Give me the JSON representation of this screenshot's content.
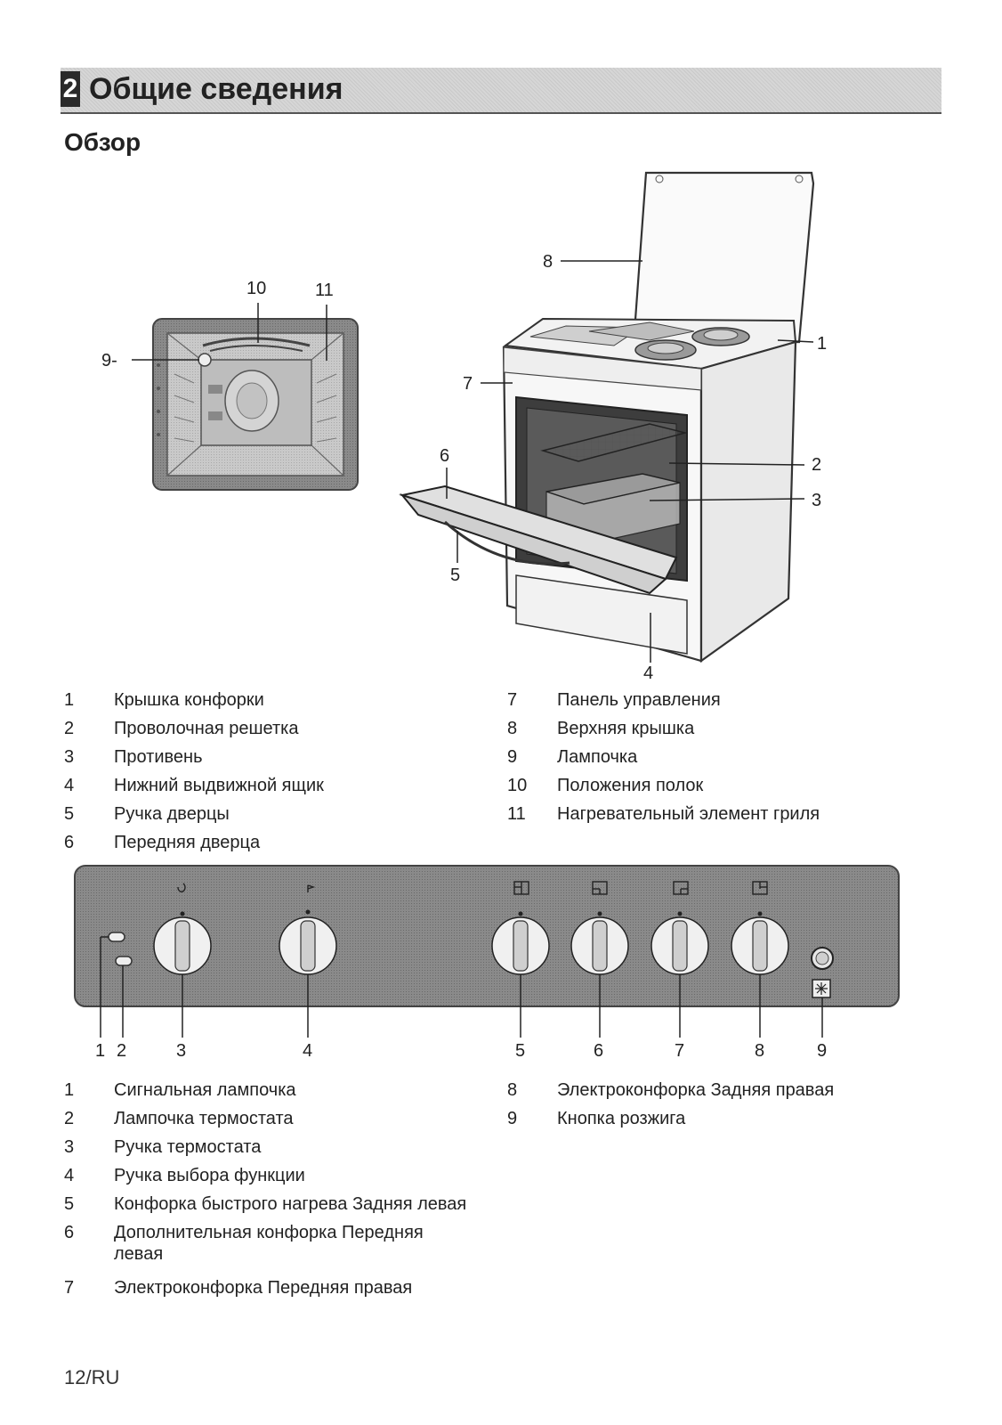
{
  "header": {
    "chapter_number": "2",
    "chapter_title": "Общие сведения"
  },
  "section_title": "Обзор",
  "figure1": {
    "callouts": [
      "1",
      "2",
      "3",
      "4",
      "5",
      "6",
      "7",
      "8",
      "9-",
      "10",
      "11"
    ]
  },
  "legend1": {
    "left": [
      {
        "num": "1",
        "label": "Крышка конфорки"
      },
      {
        "num": "2",
        "label": "Проволочная решетка"
      },
      {
        "num": "3",
        "label": "Противень"
      },
      {
        "num": "4",
        "label": "Нижний выдвижной ящик"
      },
      {
        "num": "5",
        "label": "Ручка дверцы"
      },
      {
        "num": "6",
        "label": "Передняя дверца"
      }
    ],
    "right": [
      {
        "num": "7",
        "label": "Панель управления"
      },
      {
        "num": "8",
        "label": "Верхняя крышка"
      },
      {
        "num": "9",
        "label": "Лампочка"
      },
      {
        "num": "10",
        "label": "Положения полок"
      },
      {
        "num": "11",
        "label": "Нагревательный элемент гриля"
      }
    ]
  },
  "figure2": {
    "callouts": [
      "1",
      "2",
      "3",
      "4",
      "5",
      "6",
      "7",
      "8",
      "9"
    ]
  },
  "legend2": {
    "left": [
      {
        "num": "1",
        "label": "Сигнальная лампочка"
      },
      {
        "num": "2",
        "label": "Лампочка термостата"
      },
      {
        "num": "3",
        "label": "Ручка термостата"
      },
      {
        "num": "4",
        "label": "Ручка выбора функции"
      },
      {
        "num": "5",
        "label": "Конфорка быстрого нагрева Задняя левая"
      },
      {
        "num": "6",
        "label": "Дополнительная конфорка Передняя левая"
      },
      {
        "num": "7",
        "label": "Электроконфорка Передняя правая"
      }
    ],
    "right": [
      {
        "num": "8",
        "label": "Электроконфорка Задняя правая"
      },
      {
        "num": "9",
        "label": "Кнопка розжига"
      }
    ]
  },
  "page_number": "12/RU"
}
